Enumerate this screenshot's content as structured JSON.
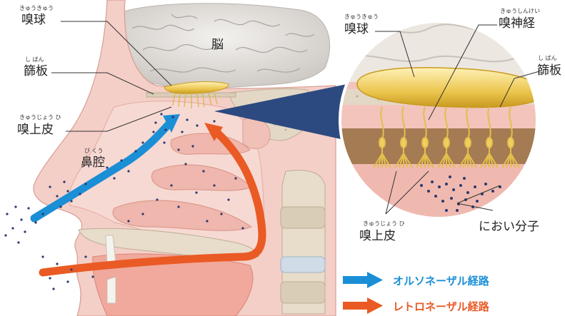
{
  "labels": {
    "olfactory_bulb_left": {
      "ruby": "きゅうきゅう",
      "text": "嗅球"
    },
    "cribriform_left": {
      "ruby": "し ばん",
      "text": "篩板"
    },
    "epithelium_left": {
      "ruby": "きゅうじょう ひ",
      "text": "嗅上皮"
    },
    "nasal_cavity": {
      "ruby": "び くう",
      "text": "鼻腔"
    },
    "brain": {
      "text": "脳"
    },
    "olfactory_bulb_right": {
      "ruby": "きゅうきゅう",
      "text": "嗅球"
    },
    "olfactory_nerve": {
      "ruby": "きゅうしんけい",
      "text": "嗅神経"
    },
    "cribriform_right": {
      "ruby": "し ばん",
      "text": "篩板"
    },
    "epithelium_right": {
      "ruby": "きゅうじょう ひ",
      "text": "嗅上皮"
    },
    "odor_molecules": {
      "text": "におい分子"
    }
  },
  "legend": [
    {
      "text": "オルソネーザル経路",
      "color": "#1a8fd6",
      "icon": "arrow-right-icon"
    },
    {
      "text": "レトロネーザル経路",
      "color": "#ea5a24",
      "icon": "arrow-right-icon"
    }
  ],
  "colors": {
    "ortho": "#1a8fd6",
    "retro": "#ea5a24",
    "tissue": "#f2c5be",
    "tissue_dark": "#e4a79c",
    "bone": "#d9cdb8",
    "brain": "#e6e3df",
    "nerve": "#e8c75a",
    "dots": "#2b3a6e"
  }
}
